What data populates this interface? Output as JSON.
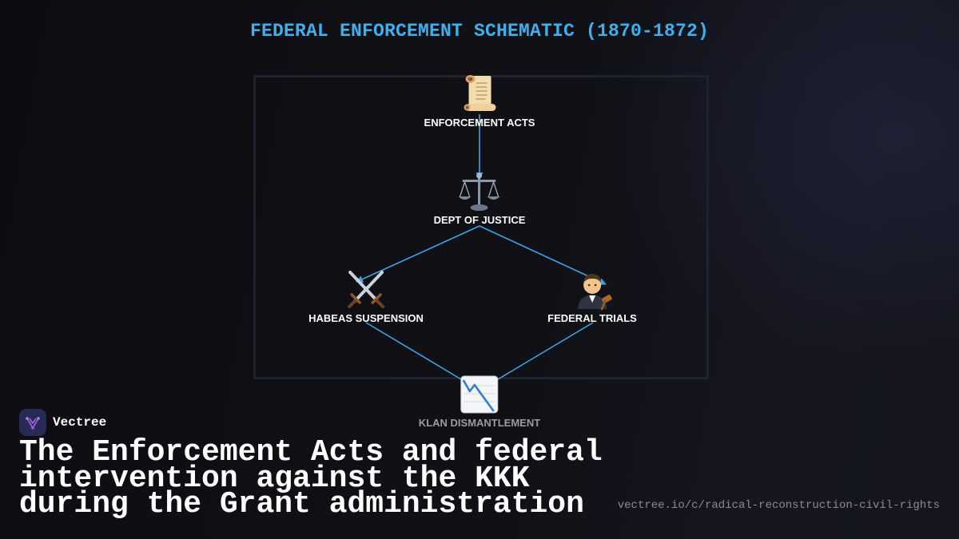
{
  "diagram": {
    "title": "FEDERAL ENFORCEMENT SCHEMATIC (1870-1872)",
    "nodes": [
      {
        "id": "acts",
        "label": "ENFORCEMENT ACTS",
        "icon": "scroll-icon"
      },
      {
        "id": "doj",
        "label": "DEPT OF JUSTICE",
        "icon": "scales-icon"
      },
      {
        "id": "habeas",
        "label": "HABEAS SUSPENSION",
        "icon": "crossed-swords-icon"
      },
      {
        "id": "trials",
        "label": "FEDERAL TRIALS",
        "icon": "judge-icon"
      },
      {
        "id": "klan",
        "label": "KLAN DISMANTLEMENT",
        "icon": "chart-decreasing-icon"
      }
    ],
    "edges": [
      {
        "from": "acts",
        "to": "doj"
      },
      {
        "from": "doj",
        "to": "habeas"
      },
      {
        "from": "doj",
        "to": "trials"
      },
      {
        "from": "habeas",
        "to": "klan"
      },
      {
        "from": "trials",
        "to": "klan"
      }
    ],
    "colors": {
      "accent": "#3fb0ee",
      "link": "#3aa6e6",
      "frame": "#1c2432"
    }
  },
  "brand": {
    "name": "Vectree",
    "logo_icon": "vectree-logo-icon",
    "logo_color": "#262a55"
  },
  "headline": {
    "lines": [
      "The Enforcement Acts and federal",
      "intervention against the KKK",
      "during the Grant administration"
    ]
  },
  "footer": {
    "url": "vectree.io/c/radical-reconstruction-civil-rights"
  }
}
